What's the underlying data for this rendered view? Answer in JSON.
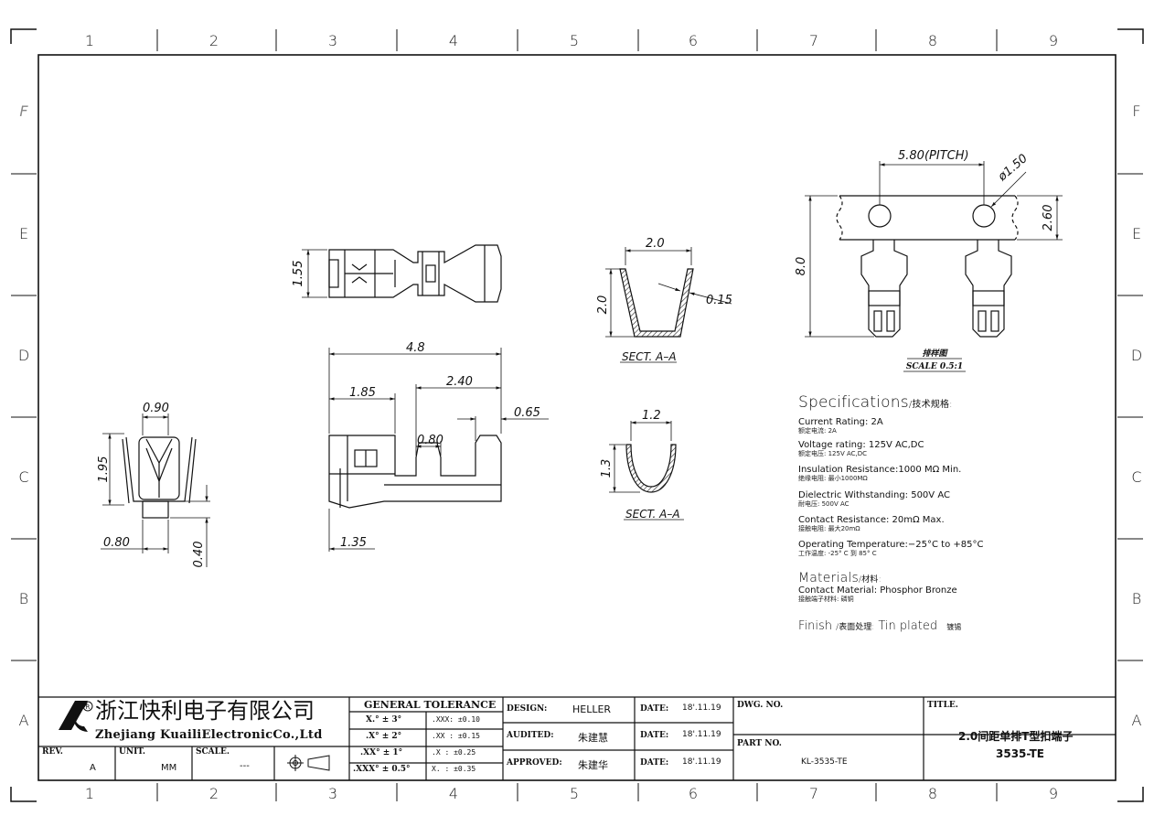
{
  "grid": {
    "columns": [
      "1",
      "2",
      "3",
      "4",
      "5",
      "6",
      "7",
      "8",
      "9"
    ],
    "rows": [
      "F",
      "E",
      "D",
      "C",
      "B",
      "A"
    ]
  },
  "views": {
    "top_view": {
      "dim_height": "1.55"
    },
    "front_view": {
      "dim_width": "0.90",
      "dim_height": "1.95",
      "dim_base": "0.80",
      "dim_tab": "0.40"
    },
    "side_view": {
      "dim_total": "4.8",
      "dim_front": "1.85",
      "dim_rear": "2.40",
      "dim_slot": "0.80",
      "dim_tail": "0.65",
      "dim_tab": "1.35"
    },
    "section_1": {
      "dim_width": "2.0",
      "dim_height": "2.0",
      "dim_thickness": "0.15",
      "label": "SECT. A–A"
    },
    "section_2": {
      "dim_width": "1.2",
      "dim_height": "1.3",
      "label": "SECT. A–A"
    },
    "strip_view": {
      "dim_pitch": "5.80(PITCH)",
      "dim_hole": "ø1.50",
      "dim_carrier": "2.60",
      "dim_height": "8.0",
      "caption": "排样图",
      "scale": "SCALE 0.5:1"
    }
  },
  "specifications": {
    "heading": "Specifications",
    "heading_cn": "/技术规格:",
    "items": [
      {
        "en": "Current Rating:  2A",
        "cn": "额定电流: 2A"
      },
      {
        "en": "Voltage rating: 125V AC,DC",
        "cn": "额定电压: 125V AC,DC"
      },
      {
        "en": "Insulation Resistance:1000 MΩ Min.",
        "cn": "绝缘电阻: 最小1000MΩ"
      },
      {
        "en": "Dielectric Withstanding:  500V AC",
        "cn": "耐电压: 500V AC"
      },
      {
        "en": "Contact Resistance:  20mΩ Max.",
        "cn": "接触电阻: 最大20mΩ"
      },
      {
        "en": "Operating Temperature:−25°C to +85°C",
        "cn": "工作温度: -25° C 到 85° C"
      }
    ],
    "materials_heading": "Materials",
    "materials_heading_cn": "/材料:",
    "material_en": "Contact Material: Phosphor Bronze",
    "material_cn": "接触端子材料: 磷铜",
    "finish_label": "Finish",
    "finish_cn": "/表面处理:",
    "finish_value": "Tin plated",
    "finish_value_cn": "镀锡"
  },
  "title_block": {
    "company_cn": "浙江快利电子有限公司",
    "company_en": "Zhejiang KuailiElectronicCo.,Ltd",
    "rev_label": "REV.",
    "rev_value": "A",
    "unit_label": "UNIT.",
    "unit_value": "MM",
    "scale_label": "SCALE.",
    "scale_value": "---",
    "tolerance_heading": "GENERAL  TOLERANCE",
    "tol_angles": [
      "X.° ± 3°",
      ".X° ± 2°",
      ".XX° ± 1°",
      ".XXX° ± 0.5°"
    ],
    "tol_linear": [
      ".XXX:  ±0.10",
      ".XX :  ±0.15",
      ".X  :  ±0.25",
      "X.  :  ±0.35"
    ],
    "design_label": "DESIGN:",
    "design_value": "HELLER",
    "audited_label": "AUDITED:",
    "audited_value": "朱建慧",
    "approved_label": "APPROVED:",
    "approved_value": "朱建华",
    "date_label": "DATE:",
    "date_value": "18'.11.19",
    "dwg_label": "DWG. NO.",
    "part_label": "PART NO.",
    "part_value": "KL-3535-TE",
    "title_label": "TITLE.",
    "title_cn": "2.0间距单排T型扣端子",
    "title_code": "3535-TE"
  }
}
